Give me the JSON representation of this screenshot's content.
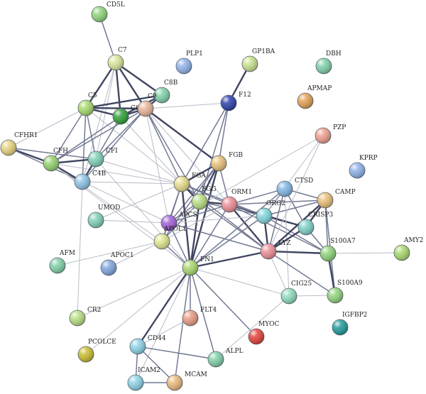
{
  "network": {
    "nodes": [
      {
        "id": "CD5L",
        "label": "CD5L",
        "color": "#8fd47a"
      },
      {
        "id": "C7",
        "label": "C7",
        "color": "#d9e69a"
      },
      {
        "id": "PLP1",
        "label": "PLP1",
        "color": "#8fb1e8"
      },
      {
        "id": "GP1BA",
        "label": "GP1BA",
        "color": "#c9e28e"
      },
      {
        "id": "DBH",
        "label": "DBH",
        "color": "#7fd0a8"
      },
      {
        "id": "C8B",
        "label": "C8B",
        "color": "#7fd0a8"
      },
      {
        "id": "F12",
        "label": "F12",
        "color": "#2a3fa8"
      },
      {
        "id": "APMAP",
        "label": "APMAP",
        "color": "#e0a052"
      },
      {
        "id": "C5",
        "label": "C5",
        "color": "#a7d86c"
      },
      {
        "id": "C8G",
        "label": "C8G",
        "color": "#2e9e38"
      },
      {
        "id": "C9",
        "label": "C9",
        "color": "#e8b497"
      },
      {
        "id": "PZP",
        "label": "PZP",
        "color": "#ee9e8c"
      },
      {
        "id": "CFHR1",
        "label": "CFHR1",
        "color": "#e6d27c"
      },
      {
        "id": "CFH",
        "label": "CFH",
        "color": "#92d26e"
      },
      {
        "id": "CFI",
        "label": "CFI",
        "color": "#7fd0b8"
      },
      {
        "id": "FGB",
        "label": "FGB",
        "color": "#e8c07a"
      },
      {
        "id": "KPRP",
        "label": "KPRP",
        "color": "#8fb1e8"
      },
      {
        "id": "C4B",
        "label": "C4B",
        "color": "#8cc4e6"
      },
      {
        "id": "FGA",
        "label": "FGA",
        "color": "#e6da8a"
      },
      {
        "id": "CTSD",
        "label": "CTSD",
        "color": "#7fb6e2"
      },
      {
        "id": "FGG",
        "label": "FGG",
        "color": "#b7df82"
      },
      {
        "id": "ORM1",
        "label": "ORM1",
        "color": "#ee8d96"
      },
      {
        "id": "CAMP",
        "label": "CAMP",
        "color": "#e8c07a"
      },
      {
        "id": "UMOD",
        "label": "UMOD",
        "color": "#7fd0b8"
      },
      {
        "id": "ORG2",
        "label": "ORG2",
        "color": "#7fd6dc"
      },
      {
        "id": "CRISP3",
        "label": "CRISP3",
        "color": "#7fd0c8"
      },
      {
        "id": "APCS",
        "label": "APCS",
        "color": "#a060d8"
      },
      {
        "id": "APOL1",
        "label": "APOL1",
        "color": "#dfe48e"
      },
      {
        "id": "AMY2",
        "label": "AMY2",
        "color": "#a7d86c"
      },
      {
        "id": "LYZ",
        "label": "LYZ",
        "color": "#ee8d96"
      },
      {
        "id": "S100A7",
        "label": "S100A7",
        "color": "#8fd47a"
      },
      {
        "id": "AFM",
        "label": "AFM",
        "color": "#7fd0a8"
      },
      {
        "id": "APOC1",
        "label": "APOC1",
        "color": "#7fa6de"
      },
      {
        "id": "FN1",
        "label": "FN1",
        "color": "#a7d86c"
      },
      {
        "id": "S100A9",
        "label": "S100A9",
        "color": "#8fd47a"
      },
      {
        "id": "CIG25",
        "label": "CIG25",
        "color": "#8edcbc"
      },
      {
        "id": "CR2",
        "label": "CR2",
        "color": "#b7df82"
      },
      {
        "id": "IGFBP2",
        "label": "IGFBP2",
        "color": "#1e9a9a"
      },
      {
        "id": "FLT4",
        "label": "FLT4",
        "color": "#e89a80"
      },
      {
        "id": "MYOC",
        "label": "MYOC",
        "color": "#e24038"
      },
      {
        "id": "PCOLCE",
        "label": "PCOLCE",
        "color": "#c8bc2e"
      },
      {
        "id": "CD44",
        "label": "CD44",
        "color": "#8cd2e6"
      },
      {
        "id": "ALPL",
        "label": "ALPL",
        "color": "#7fd0a8"
      },
      {
        "id": "ICAM2",
        "label": "ICAM2",
        "color": "#8cd2e6"
      },
      {
        "id": "MCAM",
        "label": "MCAM",
        "color": "#e8b87a"
      }
    ],
    "edges": [
      {
        "a": "CD5L",
        "b": "C7",
        "w": 2
      },
      {
        "a": "C7",
        "b": "C5",
        "w": 3
      },
      {
        "a": "C7",
        "b": "C8G",
        "w": 3
      },
      {
        "a": "C7",
        "b": "C9",
        "w": 3
      },
      {
        "a": "C7",
        "b": "C8B",
        "w": 3
      },
      {
        "a": "C7",
        "b": "CFI",
        "w": 1
      },
      {
        "a": "C7",
        "b": "C4B",
        "w": 1
      },
      {
        "a": "C5",
        "b": "C8G",
        "w": 3
      },
      {
        "a": "C5",
        "b": "C9",
        "w": 3
      },
      {
        "a": "C5",
        "b": "C8B",
        "w": 3
      },
      {
        "a": "C5",
        "b": "CFH",
        "w": 2
      },
      {
        "a": "C5",
        "b": "CFI",
        "w": 2
      },
      {
        "a": "C5",
        "b": "C4B",
        "w": 2
      },
      {
        "a": "C5",
        "b": "CFHR1",
        "w": 1
      },
      {
        "a": "C5",
        "b": "FGA",
        "w": 1
      },
      {
        "a": "C8G",
        "b": "C9",
        "w": 3
      },
      {
        "a": "C8G",
        "b": "C8B",
        "w": 3
      },
      {
        "a": "C8G",
        "b": "CFH",
        "w": 2
      },
      {
        "a": "C8G",
        "b": "CFI",
        "w": 2
      },
      {
        "a": "C8G",
        "b": "FGA",
        "w": 1
      },
      {
        "a": "C8B",
        "b": "C9",
        "w": 3
      },
      {
        "a": "C9",
        "b": "CFH",
        "w": 2
      },
      {
        "a": "C9",
        "b": "CFI",
        "w": 2
      },
      {
        "a": "C9",
        "b": "C4B",
        "w": 2
      },
      {
        "a": "C9",
        "b": "FGB",
        "w": 3
      },
      {
        "a": "C9",
        "b": "FGA",
        "w": 2
      },
      {
        "a": "C9",
        "b": "FGG",
        "w": 2
      },
      {
        "a": "C9",
        "b": "F12",
        "w": 1
      },
      {
        "a": "C9",
        "b": "APCS",
        "w": 1
      },
      {
        "a": "C9",
        "b": "ORM1",
        "w": 1
      },
      {
        "a": "CFHR1",
        "b": "CFH",
        "w": 3
      },
      {
        "a": "CFHR1",
        "b": "CFI",
        "w": 2
      },
      {
        "a": "CFHR1",
        "b": "C4B",
        "w": 2
      },
      {
        "a": "CFH",
        "b": "CFI",
        "w": 3
      },
      {
        "a": "CFH",
        "b": "C4B",
        "w": 3
      },
      {
        "a": "CFH",
        "b": "FGA",
        "w": 1
      },
      {
        "a": "CFH",
        "b": "APOL1",
        "w": 1
      },
      {
        "a": "CFH",
        "b": "FN1",
        "w": 1
      },
      {
        "a": "CFI",
        "b": "C4B",
        "w": 3
      },
      {
        "a": "CFI",
        "b": "FGA",
        "w": 1
      },
      {
        "a": "CFI",
        "b": "FN1",
        "w": 1
      },
      {
        "a": "C4B",
        "b": "FGA",
        "w": 1
      },
      {
        "a": "C4B",
        "b": "APCS",
        "w": 1
      },
      {
        "a": "C4B",
        "b": "CR2",
        "w": 1
      },
      {
        "a": "GP1BA",
        "b": "F12",
        "w": 3
      },
      {
        "a": "F12",
        "b": "FGA",
        "w": 2
      },
      {
        "a": "F12",
        "b": "FGB",
        "w": 2
      },
      {
        "a": "F12",
        "b": "FGG",
        "w": 2
      },
      {
        "a": "FGB",
        "b": "FGA",
        "w": 3
      },
      {
        "a": "FGB",
        "b": "FGG",
        "w": 3
      },
      {
        "a": "FGB",
        "b": "ORM1",
        "w": 2
      },
      {
        "a": "FGB",
        "b": "APCS",
        "w": 2
      },
      {
        "a": "FGB",
        "b": "FN1",
        "w": 3
      },
      {
        "a": "FGB",
        "b": "APOL1",
        "w": 2
      },
      {
        "a": "FGA",
        "b": "FGG",
        "w": 3
      },
      {
        "a": "FGA",
        "b": "ORM1",
        "w": 2
      },
      {
        "a": "FGA",
        "b": "APCS",
        "w": 2
      },
      {
        "a": "FGA",
        "b": "FN1",
        "w": 3
      },
      {
        "a": "FGA",
        "b": "APOL1",
        "w": 2
      },
      {
        "a": "FGA",
        "b": "ORG2",
        "w": 2
      },
      {
        "a": "FGA",
        "b": "LYZ",
        "w": 2
      },
      {
        "a": "FGA",
        "b": "UMOD",
        "w": 1
      },
      {
        "a": "FGG",
        "b": "ORM1",
        "w": 3
      },
      {
        "a": "FGG",
        "b": "APCS",
        "w": 2
      },
      {
        "a": "FGG",
        "b": "FN1",
        "w": 3
      },
      {
        "a": "FGG",
        "b": "APOL1",
        "w": 2
      },
      {
        "a": "FGG",
        "b": "ORG2",
        "w": 2
      },
      {
        "a": "FGG",
        "b": "LYZ",
        "w": 2
      },
      {
        "a": "ORM1",
        "b": "ORG2",
        "w": 3
      },
      {
        "a": "ORM1",
        "b": "LYZ",
        "w": 3
      },
      {
        "a": "ORM1",
        "b": "CTSD",
        "w": 2
      },
      {
        "a": "ORM1",
        "b": "CAMP",
        "w": 2
      },
      {
        "a": "ORM1",
        "b": "CRISP3",
        "w": 2
      },
      {
        "a": "ORM1",
        "b": "APCS",
        "w": 2
      },
      {
        "a": "ORM1",
        "b": "FN1",
        "w": 2
      },
      {
        "a": "ORM1",
        "b": "S100A7",
        "w": 2
      },
      {
        "a": "ORM1",
        "b": "APOL1",
        "w": 1
      },
      {
        "a": "ORG2",
        "b": "LYZ",
        "w": 3
      },
      {
        "a": "ORG2",
        "b": "CTSD",
        "w": 2
      },
      {
        "a": "ORG2",
        "b": "CAMP",
        "w": 2
      },
      {
        "a": "ORG2",
        "b": "CRISP3",
        "w": 3
      },
      {
        "a": "ORG2",
        "b": "S100A7",
        "w": 2
      },
      {
        "a": "ORG2",
        "b": "FN1",
        "w": 2
      },
      {
        "a": "ORG2",
        "b": "APCS",
        "w": 1
      },
      {
        "a": "ORG2",
        "b": "PZP",
        "w": 1
      },
      {
        "a": "CTSD",
        "b": "CAMP",
        "w": 2
      },
      {
        "a": "CTSD",
        "b": "LYZ",
        "w": 2
      },
      {
        "a": "CTSD",
        "b": "CRISP3",
        "w": 2
      },
      {
        "a": "CTSD",
        "b": "FN1",
        "w": 2
      },
      {
        "a": "CTSD",
        "b": "CIG25",
        "w": 1
      },
      {
        "a": "CAMP",
        "b": "LYZ",
        "w": 3
      },
      {
        "a": "CAMP",
        "b": "CRISP3",
        "w": 3
      },
      {
        "a": "CAMP",
        "b": "S100A7",
        "w": 2
      },
      {
        "a": "CAMP",
        "b": "S100A9",
        "w": 2
      },
      {
        "a": "CRISP3",
        "b": "LYZ",
        "w": 3
      },
      {
        "a": "CRISP3",
        "b": "S100A7",
        "w": 2
      },
      {
        "a": "LYZ",
        "b": "S100A7",
        "w": 3
      },
      {
        "a": "LYZ",
        "b": "S100A9",
        "w": 2
      },
      {
        "a": "LYZ",
        "b": "FN1",
        "w": 3
      },
      {
        "a": "LYZ",
        "b": "APCS",
        "w": 2
      },
      {
        "a": "LYZ",
        "b": "CIG25",
        "w": 1
      },
      {
        "a": "LYZ",
        "b": "PZP",
        "w": 1
      },
      {
        "a": "S100A7",
        "b": "S100A9",
        "w": 3
      },
      {
        "a": "S100A7",
        "b": "AMY2",
        "w": 1
      },
      {
        "a": "S100A9",
        "b": "CIG25",
        "w": 1
      },
      {
        "a": "APCS",
        "b": "APOL1",
        "w": 2
      },
      {
        "a": "APCS",
        "b": "FN1",
        "w": 2
      },
      {
        "a": "APCS",
        "b": "PZP",
        "w": 1
      },
      {
        "a": "APCS",
        "b": "UMOD",
        "w": 1
      },
      {
        "a": "APOL1",
        "b": "FN1",
        "w": 2
      },
      {
        "a": "APOL1",
        "b": "APOC1",
        "w": 1
      },
      {
        "a": "APOL1",
        "b": "AFM",
        "w": 1
      },
      {
        "a": "FN1",
        "b": "CD44",
        "w": 3
      },
      {
        "a": "FN1",
        "b": "FLT4",
        "w": 2
      },
      {
        "a": "FN1",
        "b": "MYOC",
        "w": 2
      },
      {
        "a": "FN1",
        "b": "ALPL",
        "w": 2
      },
      {
        "a": "FN1",
        "b": "MCAM",
        "w": 2
      },
      {
        "a": "FN1",
        "b": "ICAM2",
        "w": 1
      },
      {
        "a": "FN1",
        "b": "CR2",
        "w": 1
      },
      {
        "a": "FN1",
        "b": "PCOLCE",
        "w": 1
      },
      {
        "a": "FN1",
        "b": "CIG25",
        "w": 1
      },
      {
        "a": "CD44",
        "b": "ICAM2",
        "w": 2
      },
      {
        "a": "CD44",
        "b": "MCAM",
        "w": 2
      },
      {
        "a": "CD44",
        "b": "ALPL",
        "w": 2
      },
      {
        "a": "CD44",
        "b": "FLT4",
        "w": 1
      },
      {
        "a": "ICAM2",
        "b": "MCAM",
        "w": 2
      },
      {
        "a": "ALPL",
        "b": "CIG25",
        "w": 1
      }
    ]
  }
}
